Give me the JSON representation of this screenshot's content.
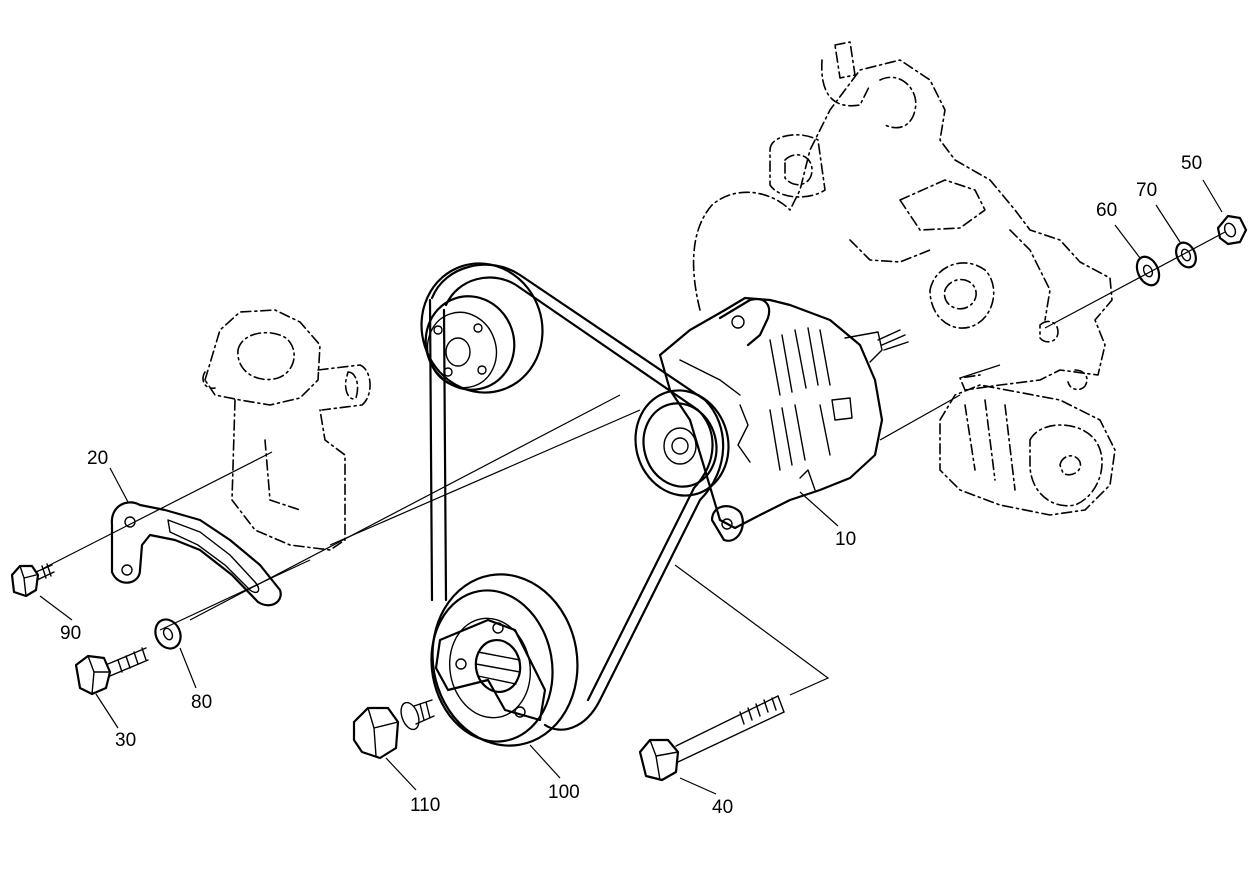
{
  "callouts": {
    "c10": "10",
    "c20": "20",
    "c30": "30",
    "c40": "40",
    "c50": "50",
    "c60": "60",
    "c70": "70",
    "c80": "80",
    "c90": "90",
    "c100": "100",
    "c110": "110"
  },
  "colors": {
    "ink": "#000000",
    "paper": "#ffffff"
  }
}
